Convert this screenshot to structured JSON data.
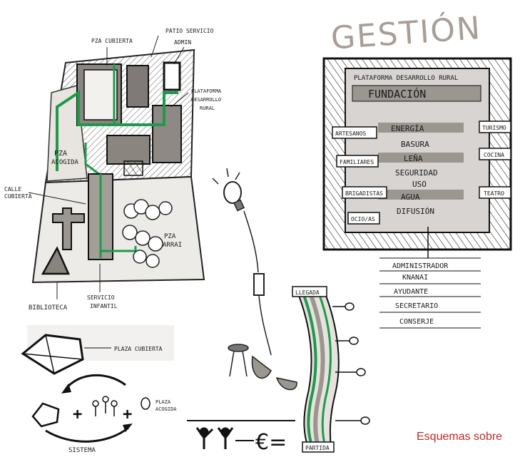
{
  "site_plan": {
    "labels": {
      "patio_servicio": "PATIO SERVICIO",
      "plaza_cubierta": "PZA CUBIERTA",
      "admin": "ADMIN",
      "plataforma": [
        "PLATAFORMA",
        "DESARROLLO",
        "RURAL"
      ],
      "plaza_acogida": [
        "PZA",
        "ACOGIDA"
      ],
      "calle_cubierta": [
        "CALLE",
        "CUBIERTA"
      ],
      "plaza_arrai": [
        "PZA",
        "ARRAI"
      ],
      "biblioteca": "BIBLIOTECA",
      "servicio_infantil": [
        "SERVICIO",
        "INFANTIL"
      ]
    }
  },
  "gestion": {
    "title": "GESTIÓN",
    "header": "PLATAFORMA DESARROLLO RURAL",
    "fundacion": "FUNDACIÓN",
    "left_labels": [
      "ARTESANOS",
      "FAMILIARES",
      "BRIGADISTAS",
      "OCIO/AS"
    ],
    "center_items": [
      "ENERGÍA",
      "BASURA",
      "LEÑA",
      "SEGURIDAD",
      "USO",
      "AGUA",
      "DIFUSIÓN"
    ],
    "right_labels": [
      "TURISMO",
      "COCINA",
      "TEATRO"
    ],
    "staff": [
      "ADMINISTRADOR",
      "KNANAI",
      "AYUDANTE",
      "SECRETARIO",
      "CONSERJE"
    ]
  },
  "sistema": {
    "plaza_cubierta": "PLAZA CUBIERTA",
    "plaza_acogida": [
      "PLAZA",
      "ACOGIDA"
    ],
    "sistema": "SISTEMA"
  },
  "flow": {
    "top_label": "LLEGADA",
    "bottom_label": "PARTIDA",
    "money": "€="
  },
  "caption": "Esquemas sobre",
  "colors": {
    "ink": "#1a1a1a",
    "green": "#1e9a4a",
    "grey": "#9c9691",
    "red": "#c0282a",
    "title": "#a89e98"
  }
}
